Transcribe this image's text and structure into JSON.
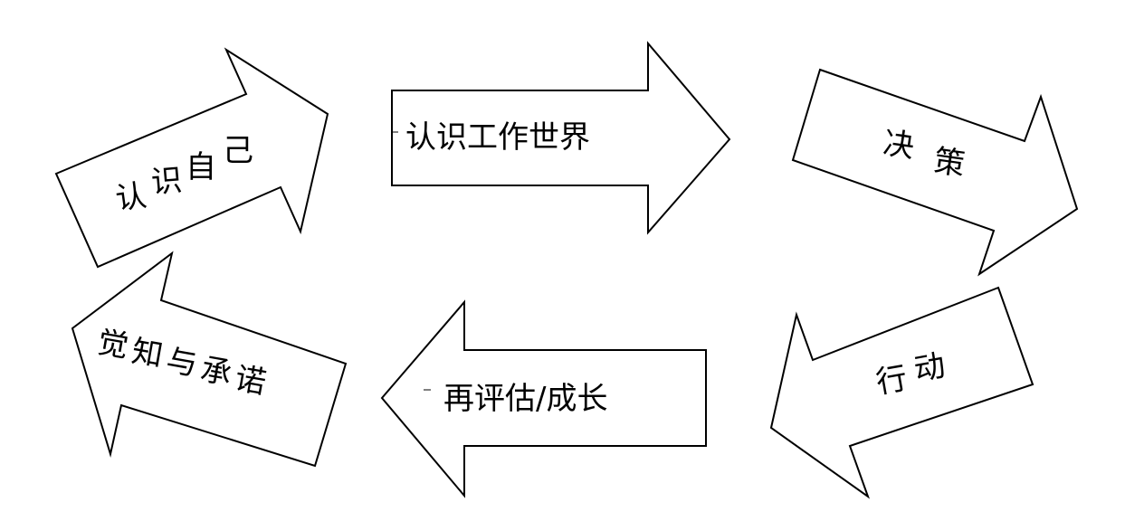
{
  "diagram": {
    "steps": [
      {
        "id": "know-self",
        "label": "认识自己",
        "chars": [
          "认",
          "识",
          "自",
          "己"
        ],
        "arrow_direction": "up-right"
      },
      {
        "id": "know-work-world",
        "label": "认识工作世界",
        "arrow_direction": "right"
      },
      {
        "id": "decision",
        "label": "决策",
        "chars": [
          "决",
          "策"
        ],
        "arrow_direction": "down-right"
      },
      {
        "id": "action",
        "label": "行动",
        "chars": [
          "行",
          "动"
        ],
        "arrow_direction": "down-left"
      },
      {
        "id": "reassess-grow",
        "label": "再评估/成长",
        "arrow_direction": "left"
      },
      {
        "id": "awareness-commitment",
        "label": "觉知与承诺",
        "chars": [
          "觉",
          "知",
          "与",
          "承",
          "诺"
        ],
        "arrow_direction": "up-left"
      }
    ]
  },
  "colors": {
    "stroke": "#000000",
    "fill": "#ffffff",
    "background": "#ffffff"
  }
}
